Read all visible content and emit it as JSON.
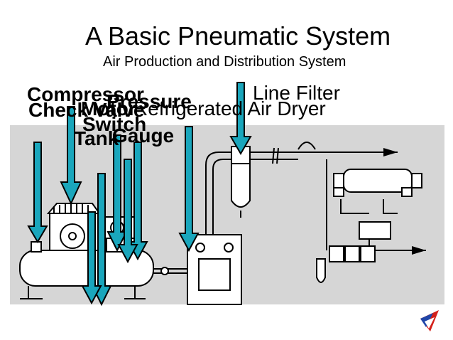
{
  "title": "A Basic Pneumatic System",
  "subtitle": "Air Production and Distribution System",
  "colors": {
    "panel": "#d6d6d6",
    "arrow": "#1aa6bc",
    "arrow_outline": "#000000"
  },
  "labels": {
    "compressor": "Compressor",
    "check_valve": "Check Valve",
    "pressure": "Pressure",
    "switch": "Switch",
    "tank": "Tank",
    "gauge": "Gauge",
    "motor": "Motor",
    "refrigerated_air_dryer": "Refrigerated Air Dryer",
    "line_filter": "Line Filter"
  },
  "logo_icon": "red-blue-fan-logo"
}
